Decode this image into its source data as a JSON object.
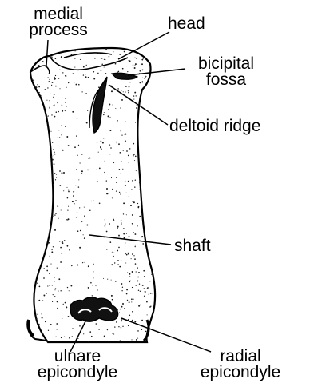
{
  "figure": {
    "subject": "humerus",
    "ink_color": "#000000",
    "bone_fill": "#ffffff",
    "stipple_color": "#1a1a1a"
  },
  "labels": {
    "medial_process": {
      "line1": "medial",
      "line2": "process"
    },
    "head": {
      "text": "head"
    },
    "bicipital_fossa": {
      "line1": "bicipital",
      "line2": "fossa"
    },
    "deltoid_ridge": {
      "text": "deltoid ridge"
    },
    "shaft": {
      "text": "shaft"
    },
    "ulnare_epicondyle": {
      "line1": "ulnare",
      "line2": "epicondyle"
    },
    "radial_epicondyle": {
      "line1": "radial",
      "line2": "epicondyle"
    }
  }
}
